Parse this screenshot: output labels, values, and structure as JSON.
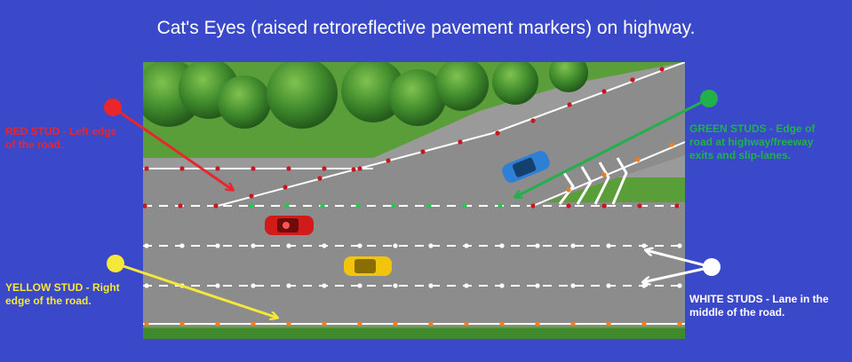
{
  "title": "Cat's Eyes (raised retroreflective pavement markers) on highway.",
  "labels": {
    "red": "RED STUD - Left edge\nof the road.",
    "green": "GREEN STUDS - Edge of\nroad at highway/freeway\nexits and slip-lanes.",
    "yellow": "YELLOW STUD - Right\nedge of the road.",
    "white": "WHITE STUDS - Lane in the\nmiddle of the road."
  },
  "colors": {
    "background": "#3a49c9",
    "road": "#8c8c8c",
    "grass": "#5a9e3a",
    "red_stud": "#c8161d",
    "green_stud": "#22c84b",
    "yellow_stud": "#f07c1e",
    "white_stud": "#ffffff"
  },
  "vehicles": [
    {
      "name": "red-car",
      "color": "#d11a1a"
    },
    {
      "name": "yellow-car",
      "color": "#f2c40c"
    },
    {
      "name": "blue-car",
      "color": "#2e7fd6"
    }
  ]
}
